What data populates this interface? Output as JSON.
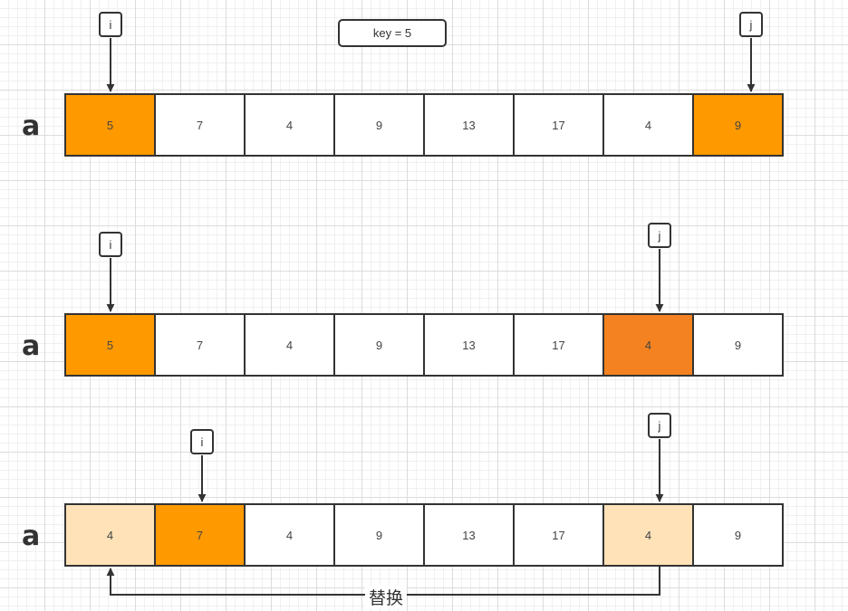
{
  "key_label": "key = 5",
  "rows": [
    {
      "label": "a",
      "cells": [
        {
          "value": "5",
          "style": "orange"
        },
        {
          "value": "7",
          "style": "white"
        },
        {
          "value": "4",
          "style": "white"
        },
        {
          "value": "9",
          "style": "white"
        },
        {
          "value": "13",
          "style": "white"
        },
        {
          "value": "17",
          "style": "white"
        },
        {
          "value": "4",
          "style": "white"
        },
        {
          "value": "9",
          "style": "orange"
        }
      ],
      "pointers": [
        {
          "label": "i",
          "index": 0
        },
        {
          "label": "j",
          "index": 7
        }
      ]
    },
    {
      "label": "a",
      "cells": [
        {
          "value": "5",
          "style": "orange"
        },
        {
          "value": "7",
          "style": "white"
        },
        {
          "value": "4",
          "style": "white"
        },
        {
          "value": "9",
          "style": "white"
        },
        {
          "value": "13",
          "style": "white"
        },
        {
          "value": "17",
          "style": "white"
        },
        {
          "value": "4",
          "style": "dark"
        },
        {
          "value": "9",
          "style": "white"
        }
      ],
      "pointers": [
        {
          "label": "i",
          "index": 0
        },
        {
          "label": "j",
          "index": 6
        }
      ]
    },
    {
      "label": "a",
      "cells": [
        {
          "value": "4",
          "style": "light"
        },
        {
          "value": "7",
          "style": "orange"
        },
        {
          "value": "4",
          "style": "white"
        },
        {
          "value": "9",
          "style": "white"
        },
        {
          "value": "13",
          "style": "white"
        },
        {
          "value": "17",
          "style": "white"
        },
        {
          "value": "4",
          "style": "light"
        },
        {
          "value": "9",
          "style": "white"
        }
      ],
      "pointers": [
        {
          "label": "i",
          "index": 1
        },
        {
          "label": "j",
          "index": 6
        }
      ]
    }
  ],
  "swap_label": "替换",
  "colors": {
    "orange": "#ff9900",
    "dark": "#f58220",
    "light": "#ffe2b8",
    "white": "#ffffff",
    "stroke": "#333333"
  }
}
